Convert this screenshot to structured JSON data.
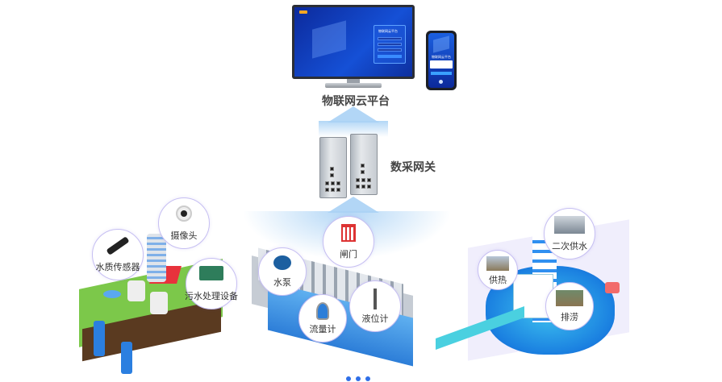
{
  "platform": {
    "label": "物联网云平台",
    "screen_login_title": "物联网云平台",
    "phone_login_title": "物联网云平台"
  },
  "gateway": {
    "label": "数采网关"
  },
  "scenes": {
    "left": {
      "items": [
        {
          "label": "摄像头",
          "icon": "camera-icon"
        },
        {
          "label": "水质传感器",
          "icon": "water-quality-sensor-icon"
        },
        {
          "label": "污水处理设备",
          "icon": "sewage-treatment-icon"
        }
      ]
    },
    "middle": {
      "items": [
        {
          "label": "水泵",
          "icon": "water-pump-icon"
        },
        {
          "label": "闸门",
          "icon": "sluice-gate-icon"
        },
        {
          "label": "流量计",
          "icon": "flowmeter-icon"
        },
        {
          "label": "液位计",
          "icon": "level-gauge-icon"
        }
      ]
    },
    "right": {
      "items": [
        {
          "label": "供热",
          "icon": "heating-photo"
        },
        {
          "label": "二次供水",
          "icon": "secondary-water-supply-photo"
        },
        {
          "label": "排涝",
          "icon": "drainage-photo"
        }
      ]
    }
  },
  "pagination": {
    "count": 3,
    "active": 0
  },
  "colors": {
    "accent": "#2f6fe8",
    "circle_border": "#c6bff2",
    "flow": "#aad2f5"
  }
}
